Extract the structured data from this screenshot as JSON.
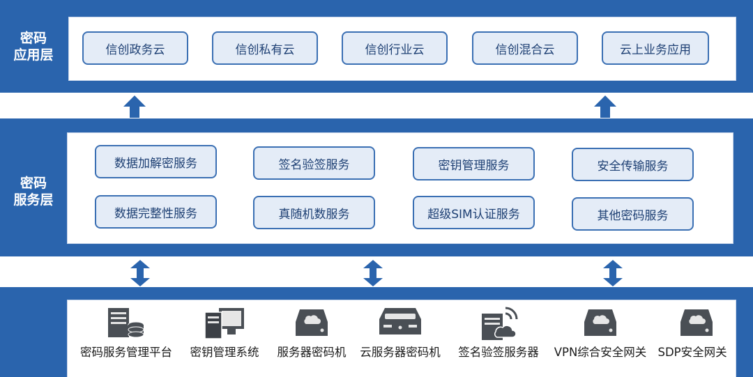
{
  "layers": {
    "application": {
      "label_line1": "密码",
      "label_line2": "应用层",
      "items": [
        "信创政务云",
        "信创私有云",
        "信创行业云",
        "信创混合云",
        "云上业务应用"
      ]
    },
    "service": {
      "label_line1": "密码",
      "label_line2": "服务层",
      "items": [
        "数据加解密服务",
        "签名验签服务",
        "密钥管理服务",
        "安全传输服务",
        "数据完整性服务",
        "真随机数服务",
        "超级SIM认证服务",
        "其他密码服务"
      ]
    },
    "device": {
      "items": [
        {
          "label": "密码服务管理平台",
          "icon": "server-database-icon"
        },
        {
          "label": "密钥管理系统",
          "icon": "computer-tower-icon"
        },
        {
          "label": "服务器密码机",
          "icon": "cloud-drive-icon"
        },
        {
          "label": "云服务器密码机",
          "icon": "rack-server-icon"
        },
        {
          "label": "签名验签服务器",
          "icon": "signal-server-icon"
        },
        {
          "label": "VPN综合安全网关",
          "icon": "cloud-drive-icon"
        },
        {
          "label": "SDP安全网关",
          "icon": "cloud-drive-icon"
        }
      ]
    }
  },
  "colors": {
    "primary": "#2a64ad",
    "box_fill": "#e4ecf7",
    "box_text": "#1d3f73",
    "icon": "#4a4f55"
  }
}
